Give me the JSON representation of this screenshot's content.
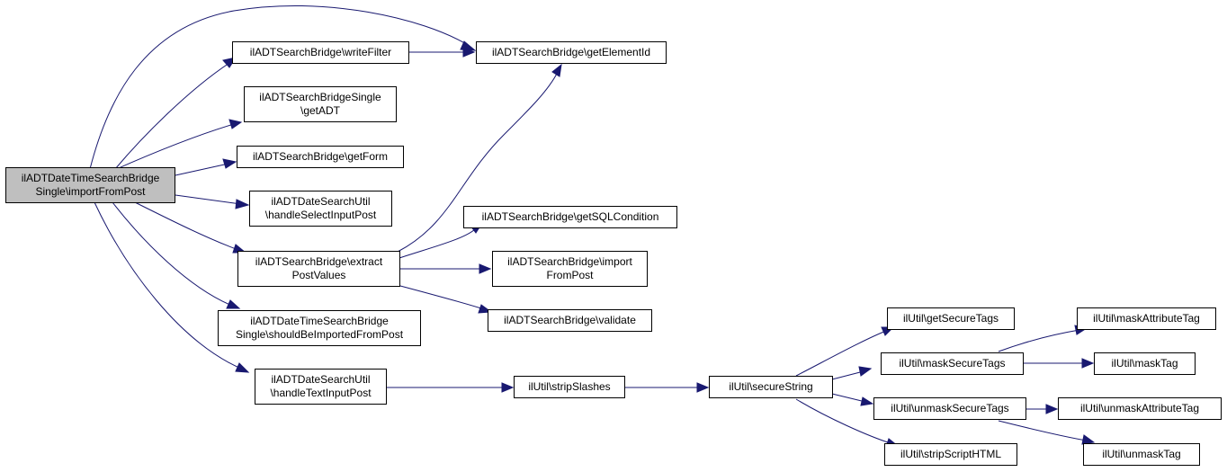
{
  "colors": {
    "edge": "#191970",
    "root_fill": "#bfbfbf",
    "node_fill": "#ffffff",
    "node_border": "#000000"
  },
  "nodes": {
    "root": {
      "line1": "ilADTDateTimeSearchBridge",
      "line2": "Single\\importFromPost"
    },
    "write_filter": {
      "line1": "ilADTSearchBridge\\writeFilter"
    },
    "get_element_id": {
      "line1": "ilADTSearchBridge\\getElementId"
    },
    "get_adt": {
      "line1": "ilADTSearchBridgeSingle",
      "line2": "\\getADT"
    },
    "get_form": {
      "line1": "ilADTSearchBridge\\getForm"
    },
    "handle_select": {
      "line1": "ilADTDateSearchUtil",
      "line2": "\\handleSelectInputPost"
    },
    "get_sql_condition": {
      "line1": "ilADTSearchBridge\\getSQLCondition"
    },
    "extract_post_values": {
      "line1": "ilADTSearchBridge\\extract",
      "line2": "PostValues"
    },
    "import_from_post": {
      "line1": "ilADTSearchBridge\\import",
      "line2": "FromPost"
    },
    "validate": {
      "line1": "ilADTSearchBridge\\validate"
    },
    "should_be_imported": {
      "line1": "ilADTDateTimeSearchBridge",
      "line2": "Single\\shouldBeImportedFromPost"
    },
    "handle_text": {
      "line1": "ilADTDateSearchUtil",
      "line2": "\\handleTextInputPost"
    },
    "strip_slashes": {
      "line1": "ilUtil\\stripSlashes"
    },
    "secure_string": {
      "line1": "ilUtil\\secureString"
    },
    "get_secure_tags": {
      "line1": "ilUtil\\getSecureTags"
    },
    "mask_secure_tags": {
      "line1": "ilUtil\\maskSecureTags"
    },
    "unmask_secure_tags": {
      "line1": "ilUtil\\unmaskSecureTags"
    },
    "strip_script_html": {
      "line1": "ilUtil\\stripScriptHTML"
    },
    "mask_attribute_tag": {
      "line1": "ilUtil\\maskAttributeTag"
    },
    "mask_tag": {
      "line1": "ilUtil\\maskTag"
    },
    "unmask_attribute_tag": {
      "line1": "ilUtil\\unmaskAttributeTag"
    },
    "unmask_tag": {
      "line1": "ilUtil\\unmaskTag"
    }
  },
  "edges": [
    [
      "root",
      "write_filter"
    ],
    [
      "root",
      "get_element_id"
    ],
    [
      "root",
      "get_adt"
    ],
    [
      "root",
      "get_form"
    ],
    [
      "root",
      "handle_select"
    ],
    [
      "root",
      "extract_post_values"
    ],
    [
      "root",
      "should_be_imported"
    ],
    [
      "root",
      "handle_text"
    ],
    [
      "write_filter",
      "get_element_id"
    ],
    [
      "extract_post_values",
      "get_element_id"
    ],
    [
      "extract_post_values",
      "get_sql_condition"
    ],
    [
      "extract_post_values",
      "import_from_post"
    ],
    [
      "extract_post_values",
      "validate"
    ],
    [
      "handle_text",
      "strip_slashes"
    ],
    [
      "strip_slashes",
      "secure_string"
    ],
    [
      "secure_string",
      "get_secure_tags"
    ],
    [
      "secure_string",
      "mask_secure_tags"
    ],
    [
      "secure_string",
      "unmask_secure_tags"
    ],
    [
      "secure_string",
      "strip_script_html"
    ],
    [
      "mask_secure_tags",
      "mask_attribute_tag"
    ],
    [
      "mask_secure_tags",
      "mask_tag"
    ],
    [
      "unmask_secure_tags",
      "unmask_attribute_tag"
    ],
    [
      "unmask_secure_tags",
      "unmask_tag"
    ]
  ]
}
